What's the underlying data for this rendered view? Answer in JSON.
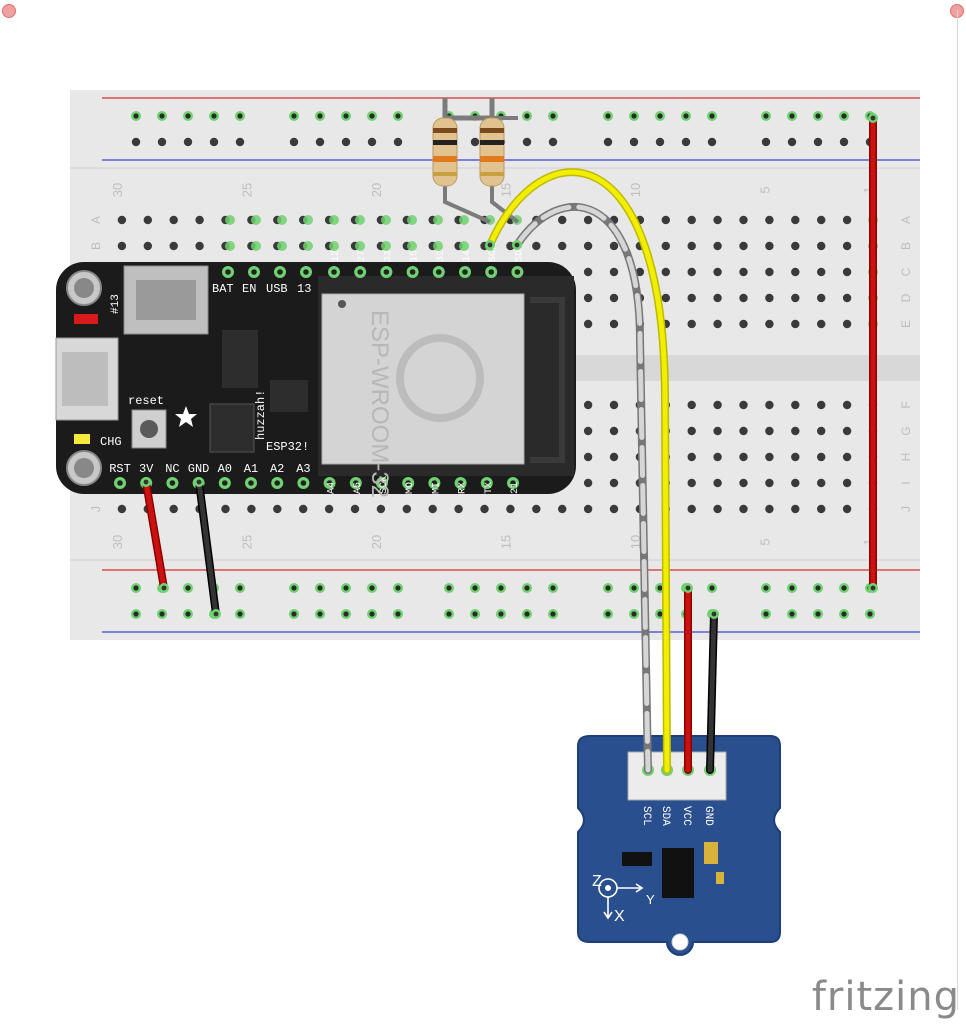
{
  "watermark": "fritzing",
  "breadboard": {
    "column_numbers": [
      "30",
      "25",
      "20",
      "15",
      "10",
      "5",
      "1"
    ],
    "row_letters_top": [
      "A",
      "B",
      "C",
      "D",
      "E"
    ],
    "row_letters_bottom": [
      "F",
      "G",
      "H",
      "I",
      "J"
    ]
  },
  "feather": {
    "chip_name": "ESP-WROOM-32",
    "brand": "huzzah!",
    "model": "ESP32!",
    "led_label": "#13",
    "top_labels": [
      "BAT",
      "EN",
      "USB",
      "13"
    ],
    "top_pins": [
      "12",
      "27",
      "33",
      "15",
      "32",
      "14",
      "SCL",
      "SDA"
    ],
    "bottom_pins": [
      "RST",
      "3V",
      "NC",
      "GND",
      "A0",
      "A1",
      "A2",
      "A3",
      "A4",
      "A5",
      "SCK",
      "MO",
      "MI",
      "RX",
      "TX",
      "21"
    ],
    "reset_label": "reset",
    "chg_label": "CHG"
  },
  "sensor": {
    "pins": [
      "SCL",
      "SDA",
      "VCC",
      "GND"
    ],
    "axis_z": "Z",
    "axis_x": "X",
    "axis_y": "Y"
  },
  "colors": {
    "wire_red": "#cc1111",
    "wire_black": "#222222",
    "wire_yellow": "#f2ee00",
    "wire_grey": "#999999",
    "board_blue": "#2a4f8e",
    "feather_black": "#1b1b1b",
    "breadboard": "#e8e8e8",
    "rail_red": "#d83030",
    "rail_blue": "#3a46c8",
    "pin_green": "#6fd16f"
  }
}
